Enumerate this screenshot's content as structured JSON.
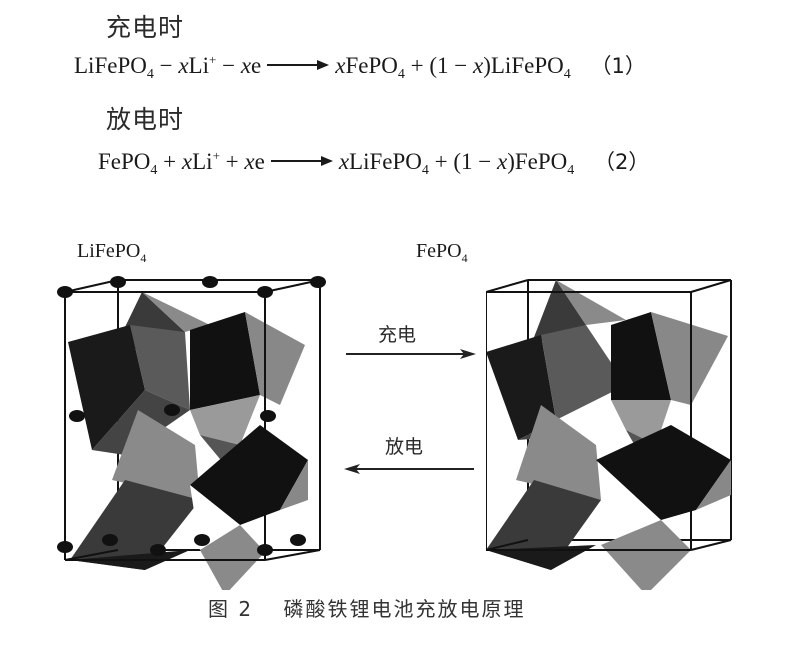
{
  "charge_section": {
    "heading": "充电时",
    "equation": {
      "lhs": [
        "LiFePO",
        "4",
        " − ",
        "x",
        "Li",
        "+",
        " − ",
        "x",
        "e"
      ],
      "rhs": [
        "x",
        "FePO",
        "4",
        " + (1 − ",
        "x",
        ")LiFePO",
        "4"
      ],
      "number": "（1）"
    }
  },
  "discharge_section": {
    "heading": "放电时",
    "equation": {
      "lhs": [
        "FePO",
        "4",
        " + ",
        "x",
        "Li",
        "+",
        " + ",
        "x",
        "e"
      ],
      "rhs": [
        "x",
        "LiFePO",
        "4",
        " + (1 − ",
        "x",
        ")FePO",
        "4"
      ],
      "number": "（2）"
    }
  },
  "figure": {
    "left_structure": {
      "label": "LiFePO",
      "subscript": "4"
    },
    "right_structure": {
      "label": "FePO",
      "subscript": "4"
    },
    "charge_arrow_label": "充电",
    "discharge_arrow_label": "放电",
    "caption": "图 2　 磷酸铁锂电池充放电原理"
  }
}
